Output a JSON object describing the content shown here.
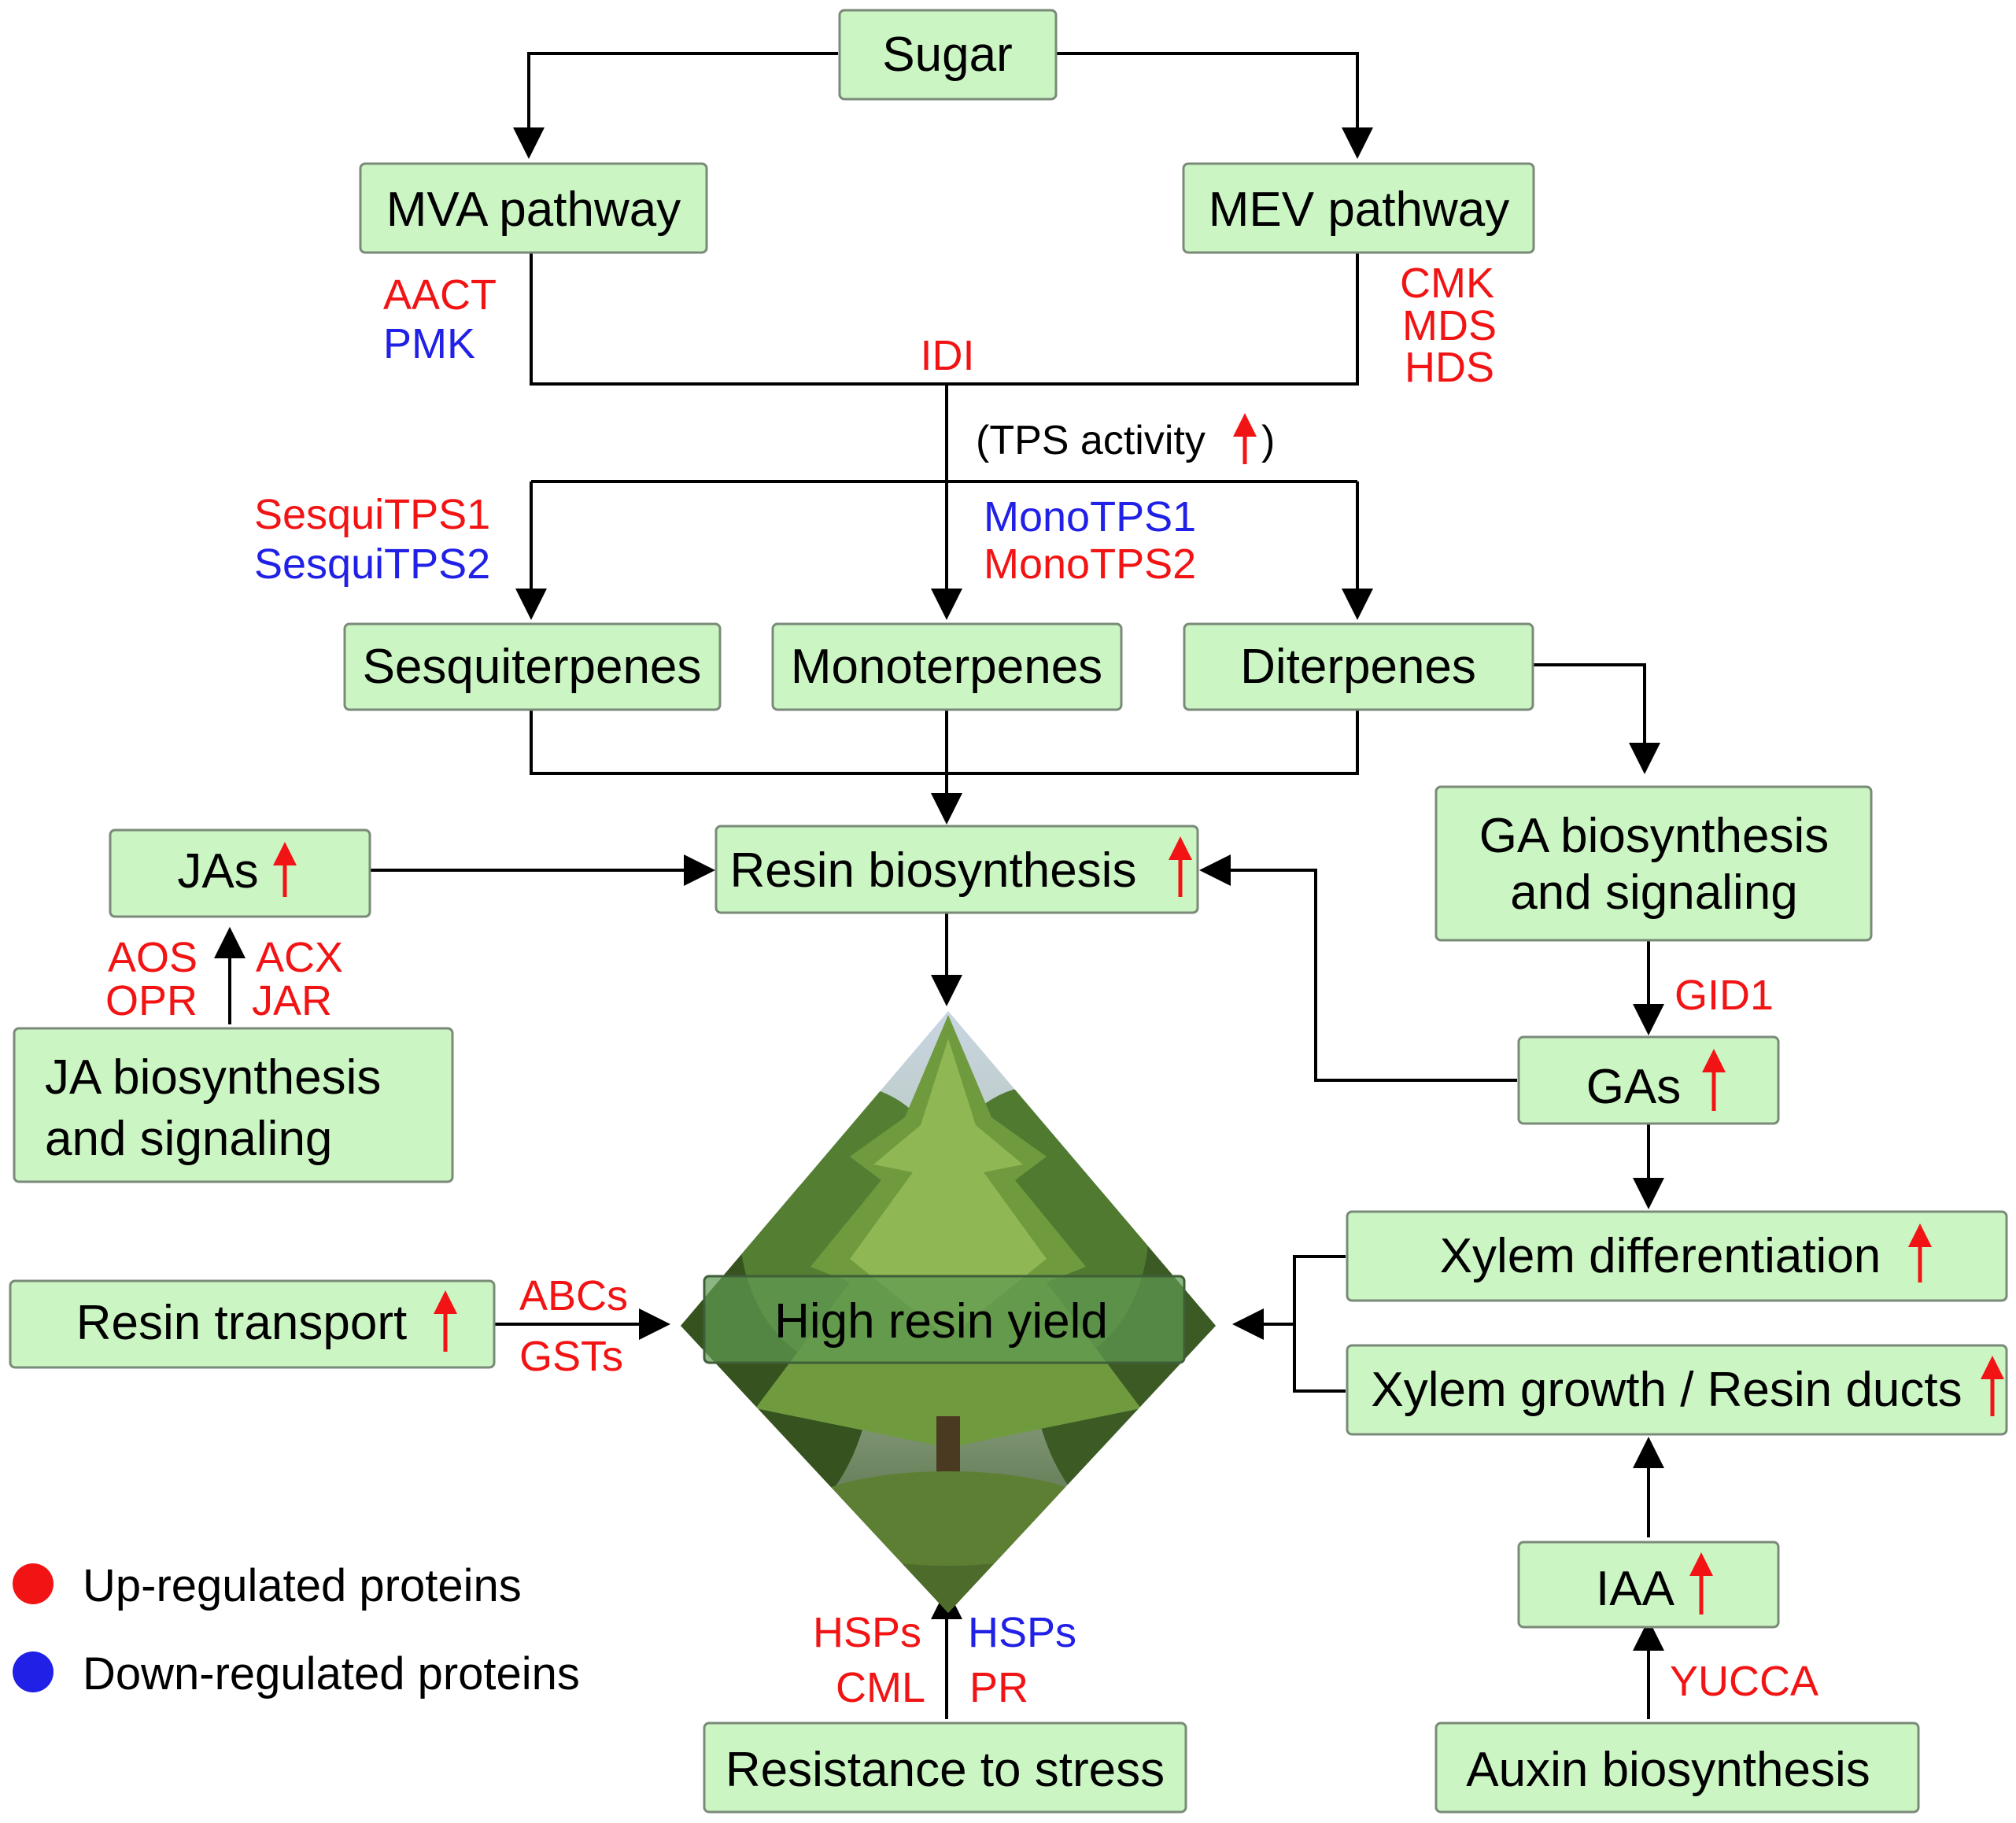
{
  "colors": {
    "up": "#f21414",
    "down": "#2020e6",
    "box": "#ccf5c4"
  },
  "nodes": {
    "sugar": "Sugar",
    "mva": "MVA pathway",
    "mev": "MEV pathway",
    "tps_activity": "(TPS activity",
    "tps_close": ")",
    "sesqui": "Sesquiterpenes",
    "mono": "Monoterpenes",
    "di": "Diterpenes",
    "resin_bio": "Resin biosynthesis",
    "jas": "JAs",
    "ja_bio_1": "JA biosynthesis",
    "ja_bio_2": "and signaling",
    "ga_bio_1": "GA biosynthesis",
    "ga_bio_2": "and signaling",
    "gas": "GAs",
    "xylem_diff": "Xylem differentiation",
    "xylem_growth": "Xylem growth / Resin ducts",
    "resin_transport": "Resin transport",
    "high_yield": "High resin yield",
    "iaa": "IAA",
    "auxin": "Auxin biosynthesis",
    "resistance": "Resistance to stress"
  },
  "genes": {
    "aact": "AACT",
    "pmk": "PMK",
    "cmk": "CMK",
    "mds": "MDS",
    "hds": "HDS",
    "idi": "IDI",
    "sesquitps1": "SesquiTPS1",
    "sesquitps2": "SesquiTPS2",
    "monotps1": "MonoTPS1",
    "monotps2": "MonoTPS2",
    "aos": "AOS",
    "opr": "OPR",
    "acx": "ACX",
    "jar": "JAR",
    "gid1": "GID1",
    "abcs": "ABCs",
    "gsts": "GSTs",
    "hsps_up": "HSPs",
    "cml": "CML",
    "hsps_down": "HSPs",
    "pr": "PR",
    "yucca": "YUCCA"
  },
  "legend": {
    "up": "Up-regulated proteins",
    "down": "Down-regulated proteins"
  }
}
